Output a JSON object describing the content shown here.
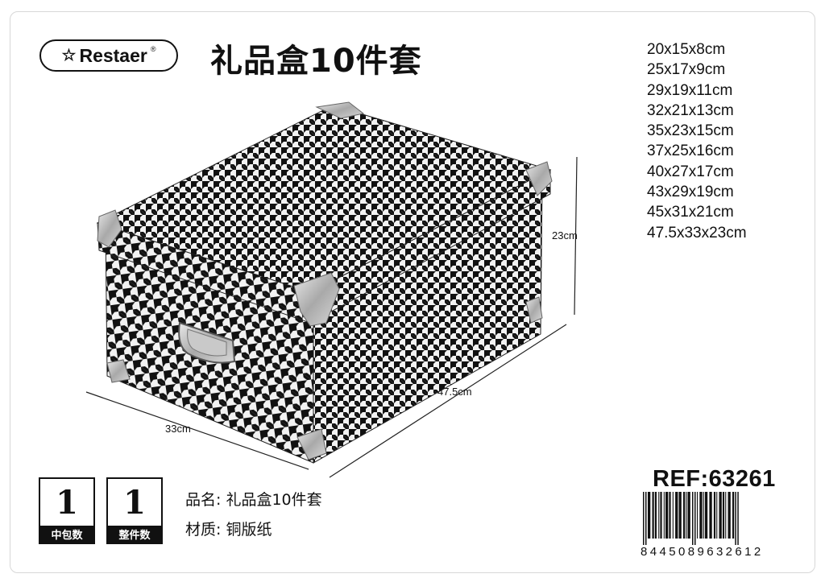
{
  "brand": {
    "name": "Restaer",
    "star_glyph": "☆",
    "registered_glyph": "®"
  },
  "title": "礼品盒10件套",
  "sizes": [
    "20x15x8cm",
    "25x17x9cm",
    "29x19x11cm",
    "32x21x13cm",
    "35x23x15cm",
    "37x25x16cm",
    "40x27x17cm",
    "43x29x19cm",
    "45x31x21cm",
    "47.5x33x23cm"
  ],
  "dimensions": {
    "height": "23cm",
    "length": "47.5cm",
    "width": "33cm"
  },
  "packaging": [
    {
      "value": "1",
      "label": "中包数"
    },
    {
      "value": "1",
      "label": "整件数"
    }
  ],
  "product_info": [
    {
      "label": "品名:",
      "value": "礼品盒10件套"
    },
    {
      "label": "材质:",
      "value": "铜版纸"
    }
  ],
  "reference": "REF:63261",
  "barcode_number": "8445089632612",
  "colors": {
    "ink": "#111111",
    "metal": "#b8b8b8",
    "pattern_light": "#f2f2f2"
  }
}
